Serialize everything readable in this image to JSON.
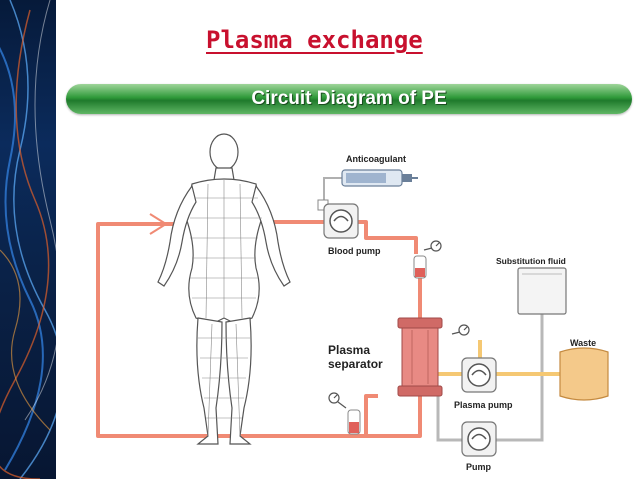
{
  "slide": {
    "title": "Plasma exchange",
    "banner": "Circuit Diagram of PE"
  },
  "labels": {
    "anticoagulant": "Anticoagulant",
    "blood_pump": "Blood pump",
    "substitution_fluid": "Substitution fluid",
    "plasma_separator_line1": "Plasma",
    "plasma_separator_line2": "separator",
    "waste": "Waste",
    "plasma_pump": "Plasma pump",
    "pump": "Pump"
  },
  "colors": {
    "title": "#c8102e",
    "banner": "#2f9a3a",
    "blood_line": "#f08a74",
    "fluid_line": "#b8b8b8",
    "plasma_line": "#f5c873",
    "separator": "#e07f7a",
    "waste_bag": "#f4c98a"
  }
}
